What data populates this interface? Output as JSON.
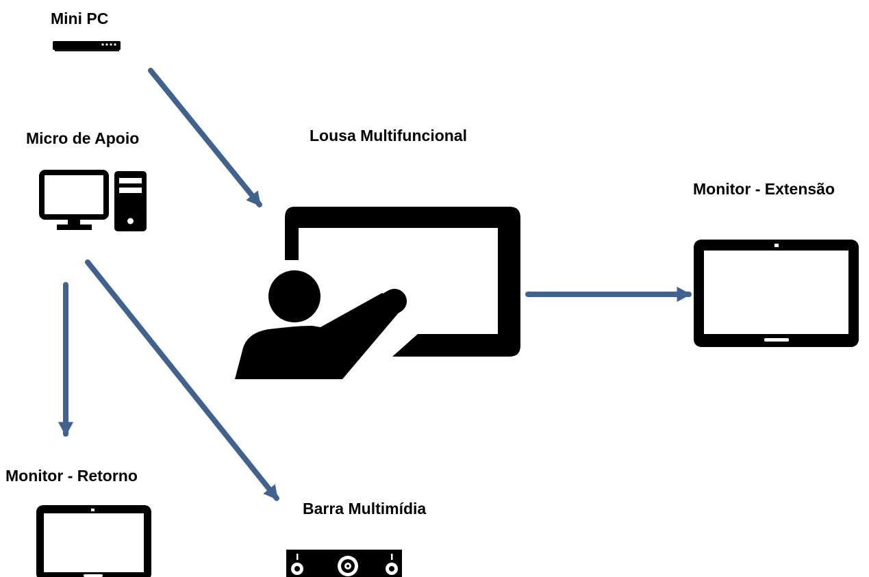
{
  "nodes": {
    "mini_pc": {
      "label": "Mini PC",
      "icon": "mini-pc-icon"
    },
    "micro_apoio": {
      "label": "Micro de Apoio",
      "icon": "desktop-computer-icon"
    },
    "lousa": {
      "label": "Lousa Multifuncional",
      "icon": "presenter-board-icon"
    },
    "monitor_extensao": {
      "label": "Monitor - Extensão",
      "icon": "tablet-monitor-icon"
    },
    "monitor_retorno": {
      "label": "Monitor - Retorno",
      "icon": "tablet-monitor-icon"
    },
    "barra": {
      "label": "Barra Multimídia",
      "icon": "speaker-bar-icon"
    }
  },
  "connections": [
    {
      "from": "Mini PC",
      "to": "Lousa Multifuncional"
    },
    {
      "from": "Lousa Multifuncional",
      "to": "Monitor - Extensão"
    },
    {
      "from": "Micro de Apoio",
      "to": "Monitor - Retorno"
    },
    {
      "from": "Micro de Apoio",
      "to": "Barra Multimídia"
    }
  ],
  "colors": {
    "arrow": "#41628f",
    "icon": "#000000",
    "background": "#ffffff"
  }
}
